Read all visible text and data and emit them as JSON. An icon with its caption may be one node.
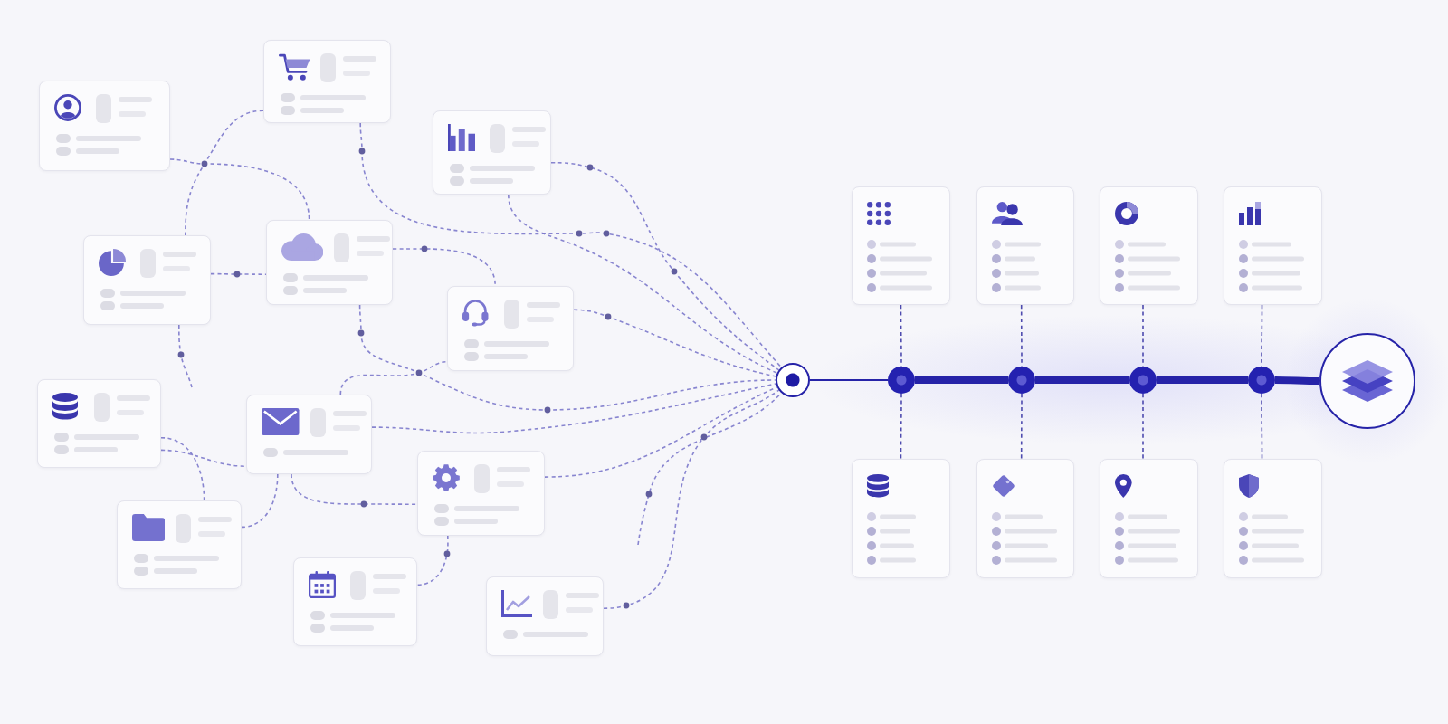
{
  "diagram": {
    "nodes": [
      {
        "text": [],
        "shape": "box"
      },
      {
        "text": [],
        "shape": "box"
      },
      {
        "text": [],
        "shape": "box"
      },
      {
        "text": [],
        "shape": "box"
      },
      {
        "text": [],
        "shape": "box"
      },
      {
        "text": [],
        "shape": "box"
      },
      {
        "text": [],
        "shape": "box"
      },
      {
        "text": [],
        "shape": "box"
      },
      {
        "text": [],
        "shape": "box"
      },
      {
        "text": [],
        "shape": "box"
      },
      {
        "text": [],
        "shape": "box"
      },
      {
        "text": [],
        "shape": "box"
      },
      {
        "text": [],
        "shape": "circle"
      },
      {
        "text": [],
        "shape": "box"
      },
      {
        "text": [],
        "shape": "box"
      },
      {
        "text": [],
        "shape": "box"
      },
      {
        "text": [],
        "shape": "box"
      },
      {
        "text": [],
        "shape": "circle"
      },
      {
        "text": [],
        "shape": "circle"
      },
      {
        "text": [],
        "shape": "circle"
      },
      {
        "text": [],
        "shape": "circle"
      },
      {
        "text": [],
        "shape": "circle"
      },
      {
        "text": [],
        "shape": "box"
      },
      {
        "text": [],
        "shape": "box"
      },
      {
        "text": [],
        "shape": "box"
      },
      {
        "text": [],
        "shape": "box"
      }
    ],
    "edges": [
      {
        "from": 0,
        "to": 4,
        "arrow": "none",
        "style": "dashed"
      },
      {
        "from": 1,
        "to": 3,
        "arrow": "none",
        "style": "dashed"
      },
      {
        "from": 1,
        "to": 12,
        "arrow": "none",
        "style": "dashed"
      },
      {
        "from": 2,
        "to": 12,
        "arrow": "none",
        "style": "dashed"
      },
      {
        "from": 2,
        "to": 12,
        "arrow": "none",
        "style": "dashed"
      },
      {
        "from": 3,
        "to": 4,
        "arrow": "none",
        "style": "dashed"
      },
      {
        "from": 3,
        "to": null,
        "arrow": "none",
        "style": "dashed"
      },
      {
        "from": 4,
        "to": 5,
        "arrow": "none",
        "style": "dashed"
      },
      {
        "from": 4,
        "to": 12,
        "arrow": "none",
        "style": "dashed"
      },
      {
        "from": 7,
        "to": 5,
        "arrow": "none",
        "style": "dashed"
      },
      {
        "from": 5,
        "to": 12,
        "arrow": "none",
        "style": "dashed"
      },
      {
        "from": 6,
        "to": 9,
        "arrow": "none",
        "style": "dashed"
      },
      {
        "from": 6,
        "to": 7,
        "arrow": "none",
        "style": "dashed"
      },
      {
        "from": 7,
        "to": 9,
        "arrow": "none",
        "style": "dashed"
      },
      {
        "from": 7,
        "to": 8,
        "arrow": "none",
        "style": "dashed"
      },
      {
        "from": 7,
        "to": 12,
        "arrow": "none",
        "style": "dashed"
      },
      {
        "from": 8,
        "to": 12,
        "arrow": "none",
        "style": "dashed"
      },
      {
        "from": 8,
        "to": 10,
        "arrow": "none",
        "style": "dashed"
      },
      {
        "from": 11,
        "to": 12,
        "arrow": "none",
        "style": "dashed"
      },
      {
        "from": null,
        "to": 12,
        "arrow": "none",
        "style": "dashed"
      },
      {
        "from": 12,
        "to": 17,
        "arrow": "none",
        "color": "#2623a8"
      },
      {
        "from": 17,
        "to": 18,
        "arrow": "none",
        "style": "thick",
        "color": "#2623a8"
      },
      {
        "from": 18,
        "to": 19,
        "arrow": "none",
        "style": "thick",
        "color": "#2623a8"
      },
      {
        "from": 19,
        "to": 20,
        "arrow": "none",
        "style": "thick",
        "color": "#2623a8"
      },
      {
        "from": 20,
        "to": 21,
        "arrow": "none",
        "style": "thick",
        "color": "#2623a8"
      },
      {
        "from": 13,
        "to": 17,
        "arrow": "none",
        "style": "dashed",
        "color": "#3c39a6"
      },
      {
        "from": 14,
        "to": 18,
        "arrow": "none",
        "style": "dashed",
        "color": "#3c39a6"
      },
      {
        "from": 15,
        "to": 19,
        "arrow": "none",
        "style": "dashed",
        "color": "#3c39a6"
      },
      {
        "from": 16,
        "to": 20,
        "arrow": "none",
        "style": "dashed",
        "color": "#3c39a6"
      },
      {
        "from": 17,
        "to": 22,
        "arrow": "none",
        "style": "dashed",
        "color": "#3c39a6"
      },
      {
        "from": 18,
        "to": 23,
        "arrow": "none",
        "style": "dashed",
        "color": "#3c39a6"
      },
      {
        "from": 19,
        "to": 24,
        "arrow": "none",
        "style": "dashed",
        "color": "#3c39a6"
      },
      {
        "from": 20,
        "to": 25,
        "arrow": "none",
        "style": "dashed",
        "color": "#3c39a6"
      }
    ]
  }
}
